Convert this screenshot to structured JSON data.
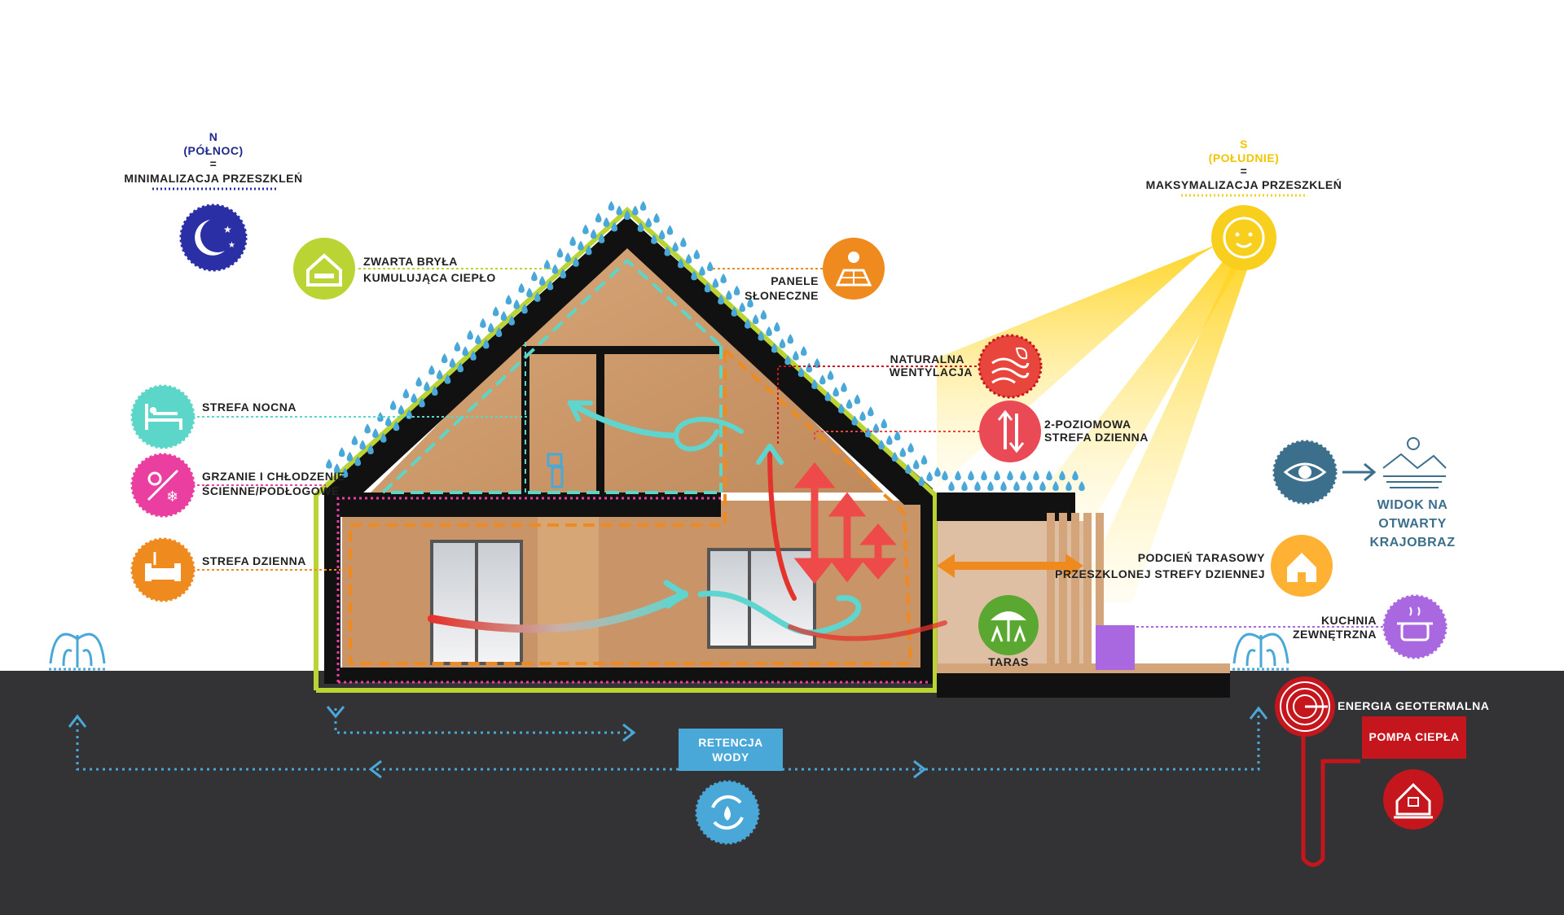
{
  "north": {
    "letter": "N",
    "sub": "(PÓŁNOC)",
    "eq": "=",
    "text": "MINIMALIZACJA PRZESZKLEŃ",
    "color": "#2b2fa6"
  },
  "south": {
    "letter": "S",
    "sub": "(POŁUDNIE)",
    "eq": "=",
    "text": "MAKSYMALIZACJA PRZESZKLEŃ",
    "color": "#f7cf1c"
  },
  "labels": {
    "compact": [
      "ZWARTA BRYŁA",
      "KUMULUJĄCA CIEPŁO"
    ],
    "solar": [
      "PANELE",
      "SŁONECZNE"
    ],
    "vent": [
      "NATURALNA",
      "WENTYLACJA"
    ],
    "zone2": [
      "2-POZIOMOWA",
      "STREFA DZIENNA"
    ],
    "night": "STREFA NOCNA",
    "heat": [
      "GRZANIE I CHŁODZENIE",
      "ŚCIENNE/PODŁOGOWE"
    ],
    "day": "STREFA DZIENNA",
    "terrace_roof": [
      "PODCIEŃ TARASOWY",
      "PRZESZKLONEJ STREFY DZIENNEJ"
    ],
    "terrace": "TARAS",
    "kitchen": [
      "KUCHNIA",
      "ZEWNĘTRZNA"
    ],
    "view": [
      "WIDOK NA",
      "OTWARTY",
      "KRAJOBRAZ"
    ],
    "geo": "ENERGIA GEOTERMALNA",
    "pump": "POMPA CIEPŁA",
    "water": [
      "RETENCJA",
      "WODY"
    ]
  },
  "colors": {
    "lime": "#b9d433",
    "orange": "#ee8a1e",
    "red": "#e8453c",
    "teal": "#5cd6c8",
    "magenta": "#ea3fa0",
    "green": "#5aa832",
    "purple": "#a968e0",
    "blue": "#4aa8d8",
    "darkred": "#c4161c",
    "ground": "#333335"
  }
}
